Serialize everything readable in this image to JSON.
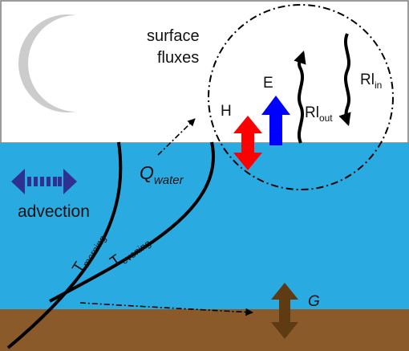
{
  "labels": {
    "surface_line1": "surface",
    "surface_line2": "fluxes",
    "h": "H",
    "e": "E",
    "rl_out_main": "Rl",
    "rl_out_sub": "out",
    "rl_in_main": "Rl",
    "rl_in_sub": "in",
    "q_main": "Q",
    "q_sub": "water",
    "advection": "advection",
    "t_morning_main": "T",
    "t_morning_sub": "morning",
    "t_evening_main": "T",
    "t_evening_sub": "evening",
    "g": "G"
  },
  "colors": {
    "sky": "#ffffff",
    "water": "#29abe2",
    "ground": "#8b5a2b",
    "moon": "#cccccc",
    "h_arrow": "#ff0000",
    "e_arrow": "#0000ff",
    "advection_arrow": "#2e3192",
    "g_arrow": "#5e3b12",
    "curves": "#000000"
  },
  "icons": {
    "moon": "crescent-moon-icon",
    "advection": "double-headed-dashed-arrow-icon",
    "h": "double-headed-arrow-icon",
    "e": "up-arrow-icon",
    "rl_out": "wavy-up-arrow-icon",
    "rl_in": "wavy-down-arrow-icon",
    "g": "double-headed-arrow-icon"
  }
}
